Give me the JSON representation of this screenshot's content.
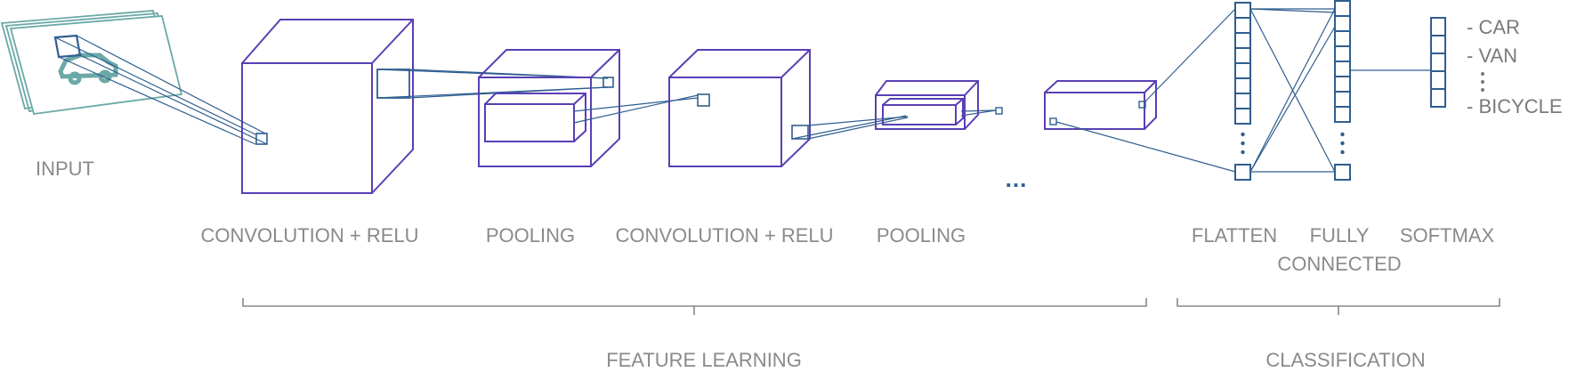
{
  "labels": {
    "input": "INPUT",
    "conv1": "CONVOLUTION + RELU",
    "pool1": "POOLING",
    "conv2": "CONVOLUTION + RELU",
    "pool2": "POOLING",
    "ellipsis": "...",
    "flatten": "FLATTEN",
    "fully_line1": "FULLY",
    "fully_line2": "CONNECTED",
    "softmax": "SOFTMAX"
  },
  "sections": {
    "feature_learning": "FEATURE LEARNING",
    "classification": "CLASSIFICATION"
  },
  "classes": [
    "- CAR",
    "- VAN",
    "- BICYCLE"
  ],
  "colors": {
    "volume_stroke": "#5a3fb5",
    "connector_stroke": "#2f5e8f",
    "input_stroke": "#6aa9a6",
    "label_text": "#8a8a8a"
  },
  "icons": {
    "input_image": "car-icon"
  }
}
